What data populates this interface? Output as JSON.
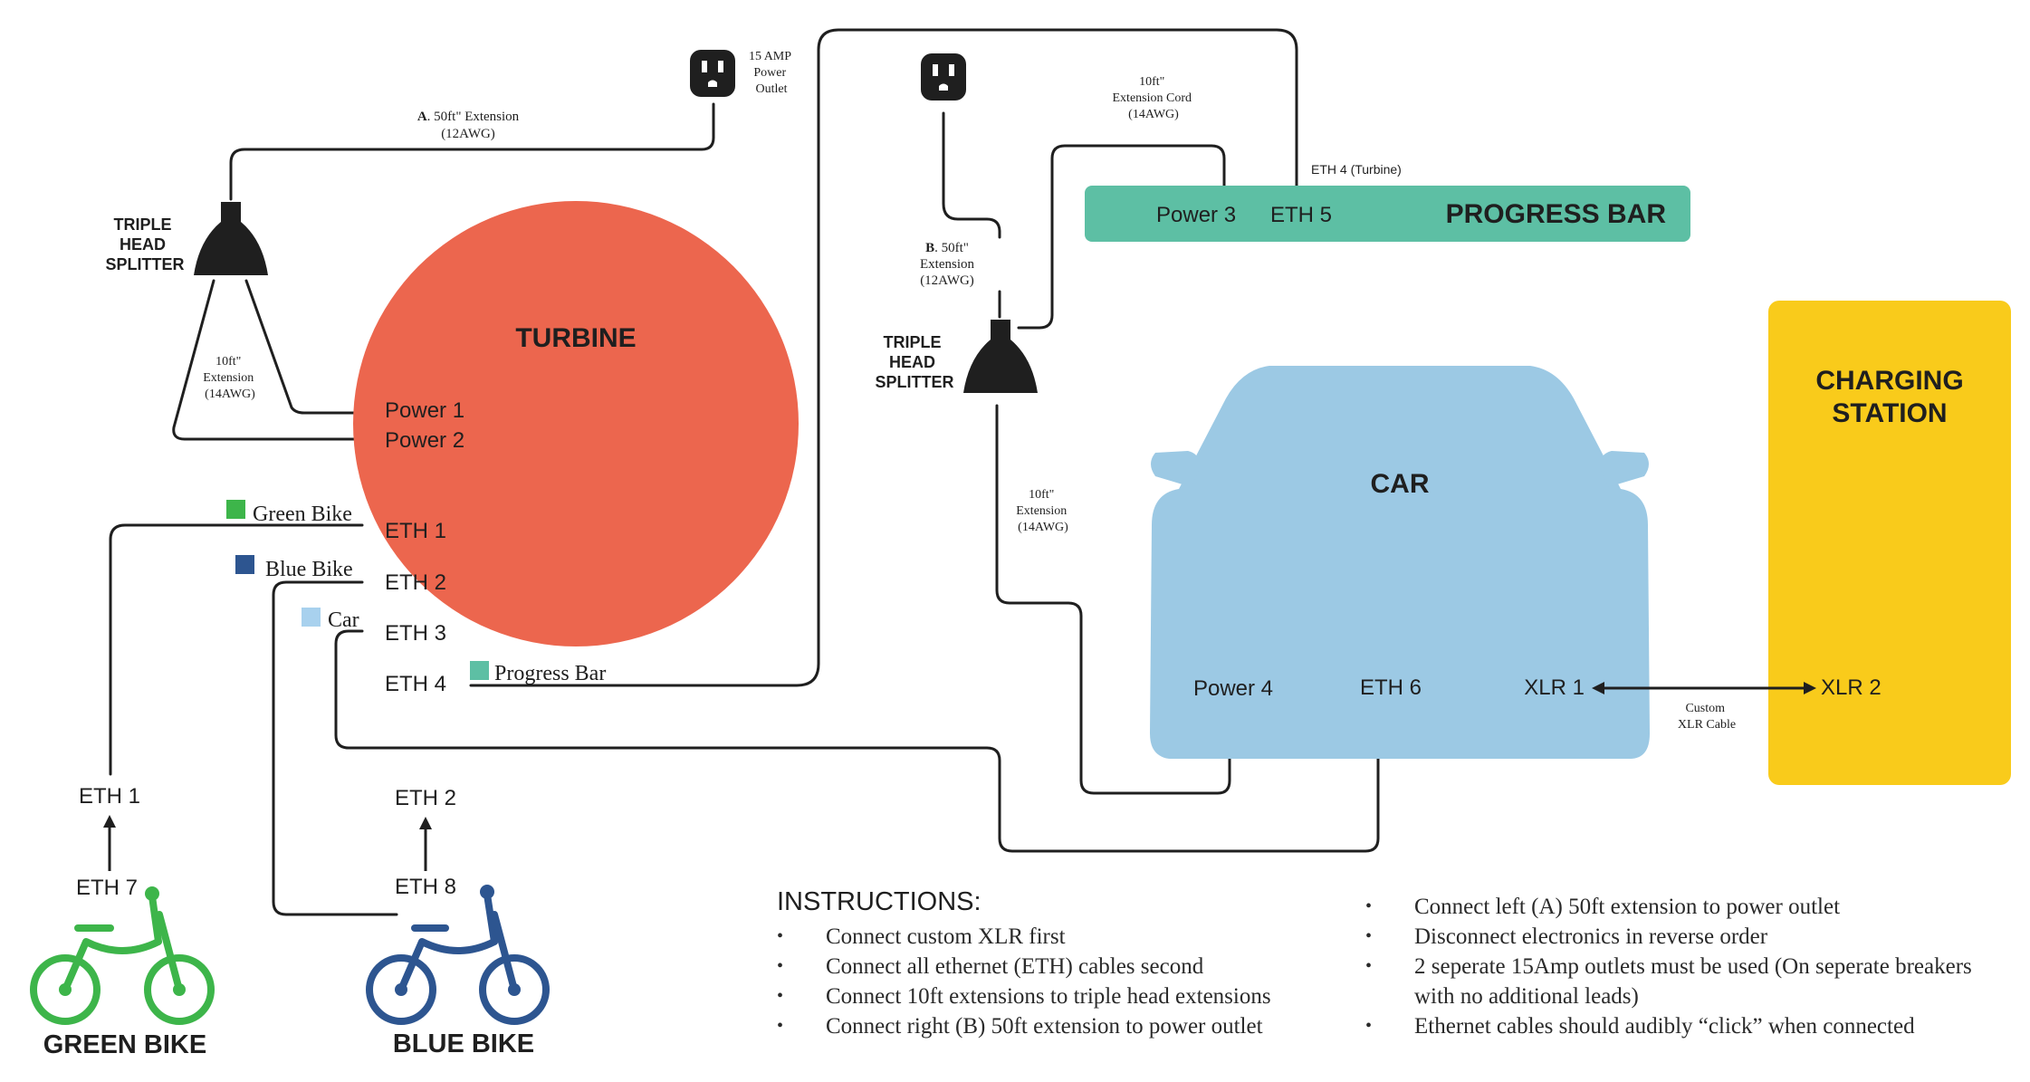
{
  "outlets": {
    "left_label": "15 AMP Power Outlet",
    "left_lines": [
      "15 AMP",
      "Power",
      "Outlet"
    ]
  },
  "extensions": {
    "a_bold": "A",
    "a_rest": ". 50ft\" Extension",
    "a_gauge": "(12AWG)",
    "b_bold": "B",
    "b_rest": ". 50ft\"",
    "b_line2": "Extension",
    "b_gauge": "(12AWG)",
    "left_short": [
      "10ft\"",
      "Extension",
      "(14AWG)"
    ],
    "top_cord": [
      "10ft\"",
      "Extension Cord",
      "(14AWG)"
    ],
    "right_short": [
      "10ft\"",
      "Extension",
      "(14AWG)"
    ]
  },
  "splitters": {
    "left": [
      "TRIPLE",
      "HEAD",
      "SPLITTER"
    ],
    "right": [
      "TRIPLE",
      "HEAD",
      "SPLITTER"
    ]
  },
  "turbine": {
    "title": "TURBINE",
    "power1": "Power 1",
    "power2": "Power 2",
    "eth1": "ETH 1",
    "eth2": "ETH 2",
    "eth3": "ETH 3",
    "eth4": "ETH 4"
  },
  "legend": {
    "green_bike": "Green Bike",
    "blue_bike": "Blue Bike",
    "car": "Car",
    "progress_bar": "Progress Bar"
  },
  "progress_bar": {
    "title": "PROGRESS BAR",
    "power3": "Power 3",
    "eth5": "ETH 5",
    "eth4_label": "ETH 4 (Turbine)"
  },
  "car": {
    "title": "CAR",
    "power4": "Power 4",
    "eth6": "ETH 6",
    "xlr1": "XLR 1"
  },
  "charging_station": {
    "title_line1": "CHARGING",
    "title_line2": "STATION",
    "xlr2": "XLR 2"
  },
  "xlr_cable": [
    "Custom",
    "XLR Cable"
  ],
  "bikes": {
    "green_eth_top": "ETH 1",
    "green_eth_port": "ETH 7",
    "green_name": "GREEN BIKE",
    "blue_eth_top": "ETH 2",
    "blue_eth_port": "ETH 8",
    "blue_name": "BLUE BIKE"
  },
  "instructions": {
    "title": "INSTRUCTIONS:",
    "left": [
      "Connect custom XLR first",
      "Connect all ethernet (ETH) cables second",
      "Connect 10ft extensions to triple head extensions",
      "Connect right (B) 50ft extension to power outlet"
    ],
    "right": [
      "Connect left (A) 50ft extension to power outlet",
      "Disconnect electronics in reverse order",
      "2 seperate 15Amp outlets must be used (On seperate breakers with no additional leads)",
      "Ethernet cables should audibly “click” when connected"
    ]
  },
  "colors": {
    "turbine": "#EC664E",
    "progress_bar": "#5DBFA4",
    "car": "#9CC9E4",
    "charging_station": "#F9CB1B",
    "green_bike": "#3DB54A",
    "blue_bike": "#2D5590",
    "car_legend": "#A8D1EE",
    "line": "#1f1f1f"
  }
}
